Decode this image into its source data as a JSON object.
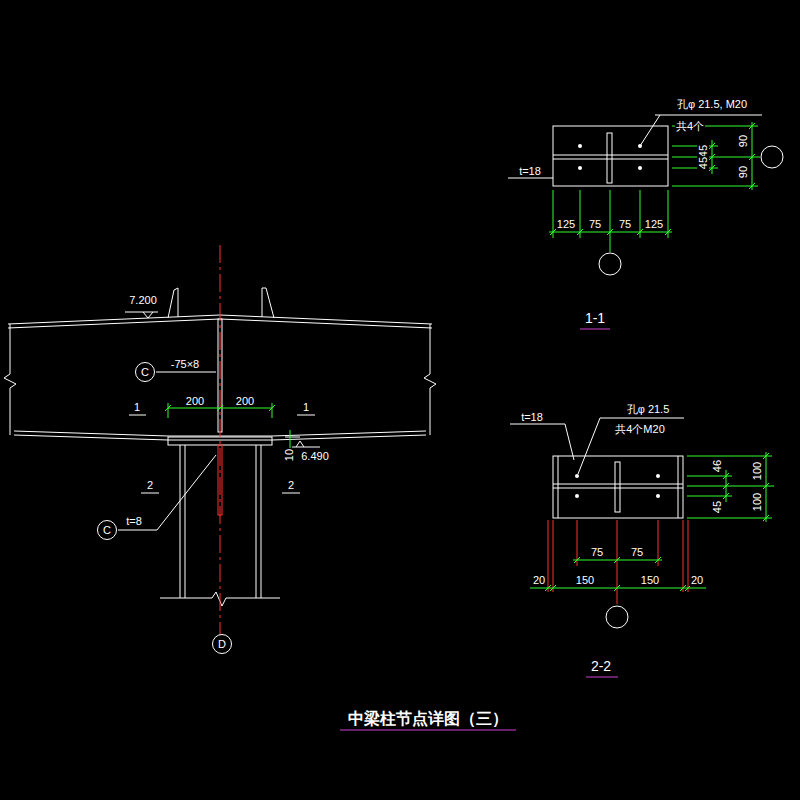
{
  "diagram": {
    "title": "中梁柱节点详图（三）",
    "nodes": [
      {
        "text": [
          "C"
        ]
      },
      {
        "text": [
          "C"
        ]
      },
      {
        "text": [
          "D"
        ]
      }
    ],
    "labels": [
      "7.200",
      "-75×8",
      "200",
      "200",
      "1",
      "1",
      "10",
      "6.490",
      "2",
      "2",
      "t=8",
      "孔φ 21.5, M20",
      "共4个",
      "t=18",
      "45",
      "45",
      "90",
      "90",
      "125",
      "75",
      "75",
      "125",
      "1-1",
      "t=18",
      "孔φ 21.5",
      "共4个M20",
      "46",
      "45",
      "100",
      "100",
      "75",
      "75",
      "20",
      "150",
      "150",
      "20",
      "2-2"
    ]
  }
}
